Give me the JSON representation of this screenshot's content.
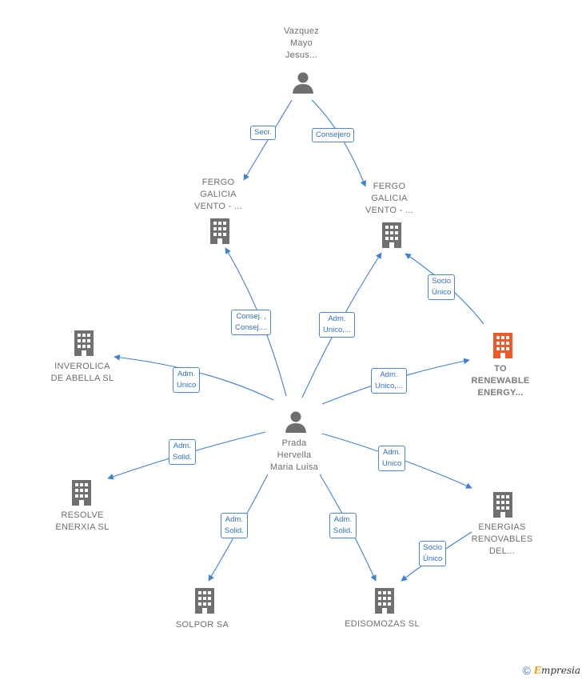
{
  "nodes": {
    "vazquez": {
      "label": "Vazquez\nMayo\nJesus...",
      "type": "person"
    },
    "fergo1": {
      "label": "FERGO\nGALICIA\nVENTO - ...",
      "type": "company"
    },
    "fergo2": {
      "label": "FERGO\nGALICIA\nVENTO - ...",
      "type": "company"
    },
    "to_renewable": {
      "label": "TO\nRENEWABLE\nENERGY...",
      "type": "company-main"
    },
    "inverolica": {
      "label": "INVEROLICA\nDE ABELLA SL",
      "type": "company"
    },
    "prada": {
      "label": "Prada\nHervella\nMaria Luisa",
      "type": "person"
    },
    "resolve": {
      "label": "RESOLVE\nENERXIA SL",
      "type": "company"
    },
    "energias": {
      "label": "ENERGIAS\nRENOVABLES\nDEL...",
      "type": "company"
    },
    "solpor": {
      "label": "SOLPOR SA",
      "type": "company"
    },
    "edisomozas": {
      "label": "EDISOMOZAS SL",
      "type": "company"
    }
  },
  "edges": {
    "secr": "Secr.",
    "consejero": "Consejero",
    "socio_unico_top": "Socio\nÚnico",
    "consej": "Consej. ,\nConsej....",
    "adm_unico_dots1": "Adm.\nUnico,...",
    "adm_unico_inverolica": "Adm.\nUnico",
    "adm_unico_dots2": "Adm.\nUnico,...",
    "adm_solid_resolve": "Adm.\nSolid.",
    "adm_unico_energias": "Adm.\nUnico",
    "adm_solid_solpor": "Adm.\nSolid.",
    "adm_solid_edisomozas": "Adm.\nSolid.",
    "socio_unico_bottom": "Socio\nÚnico"
  },
  "footer": {
    "copyright": "©",
    "brand_first": "E",
    "brand_rest": "mpresia"
  },
  "colors": {
    "edge": "#3d80d6",
    "company": "#707070",
    "company_main": "#f05a28",
    "person": "#6e6e6e"
  }
}
